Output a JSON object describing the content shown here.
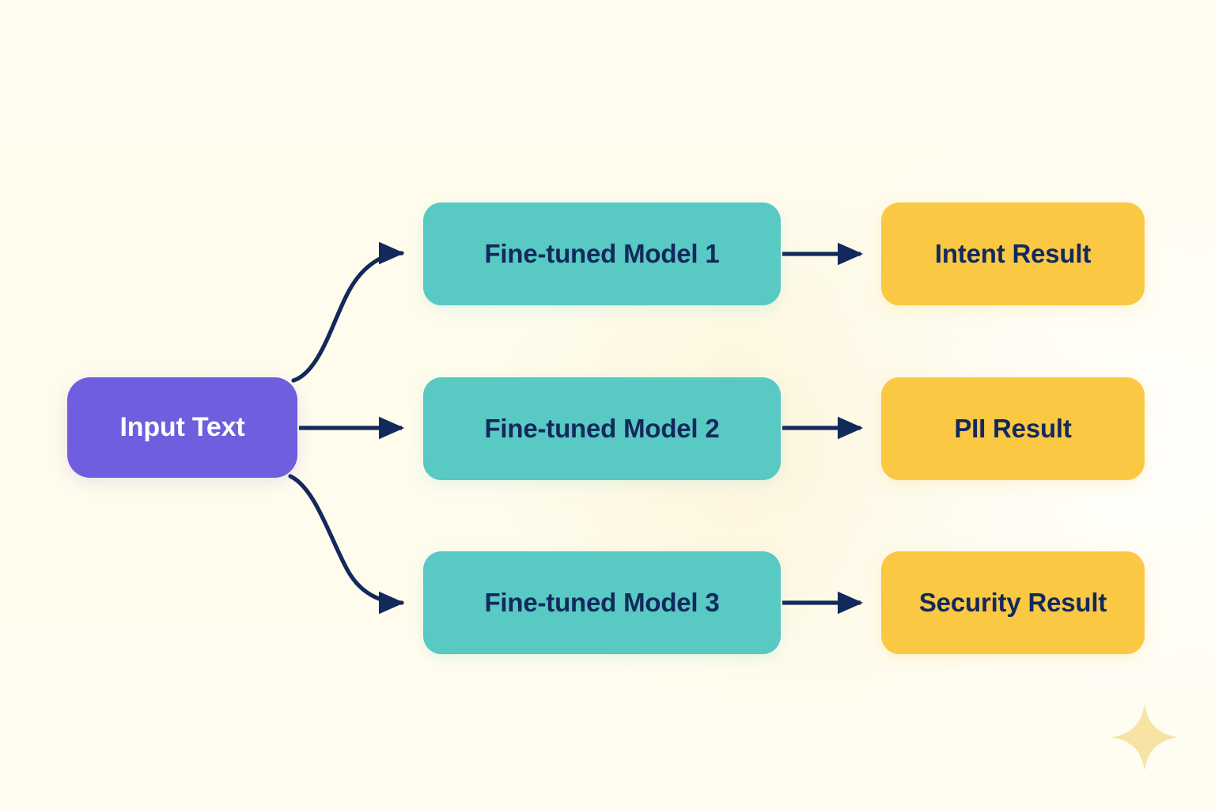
{
  "diagram": {
    "type": "flowchart",
    "title_visible": false,
    "background_color": "#fffdf0",
    "orientation": "left-to-right",
    "nodes": {
      "input": {
        "id": "input-text",
        "label": "Input Text",
        "fill": "#6f5edd",
        "text_color": "#ffffff",
        "shape": "rounded-rect"
      },
      "models": [
        {
          "id": "fine-tuned-model-1",
          "label": "Fine-tuned Model 1",
          "fill": "#58c9c3",
          "text_color": "#12295c",
          "shape": "rounded-rect"
        },
        {
          "id": "fine-tuned-model-2",
          "label": "Fine-tuned Model 2",
          "fill": "#58c9c3",
          "text_color": "#12295c",
          "shape": "rounded-rect"
        },
        {
          "id": "fine-tuned-model-3",
          "label": "Fine-tuned Model 3",
          "fill": "#58c9c3",
          "text_color": "#12295c",
          "shape": "rounded-rect"
        }
      ],
      "results": [
        {
          "id": "intent-result",
          "label": "Intent Result",
          "fill": "#fbc844",
          "text_color": "#12295c",
          "shape": "rounded-rect"
        },
        {
          "id": "pii-result",
          "label": "PII Result",
          "fill": "#fbc844",
          "text_color": "#12295c",
          "shape": "rounded-rect"
        },
        {
          "id": "security-result",
          "label": "Security Result",
          "fill": "#fbc844",
          "text_color": "#12295c",
          "shape": "rounded-rect"
        }
      ]
    },
    "edges": [
      {
        "id": "edge-input-to-model-1",
        "from": "input-text",
        "to": "fine-tuned-model-1",
        "style": "curved",
        "arrowhead": "solid-triangle",
        "color": "#12295c"
      },
      {
        "id": "edge-input-to-model-2",
        "from": "input-text",
        "to": "fine-tuned-model-2",
        "style": "straight",
        "arrowhead": "solid-triangle",
        "color": "#12295c"
      },
      {
        "id": "edge-input-to-model-3",
        "from": "input-text",
        "to": "fine-tuned-model-3",
        "style": "curved",
        "arrowhead": "solid-triangle",
        "color": "#12295c"
      },
      {
        "id": "edge-model-1-to-intent",
        "from": "fine-tuned-model-1",
        "to": "intent-result",
        "style": "straight",
        "arrowhead": "solid-triangle",
        "color": "#12295c"
      },
      {
        "id": "edge-model-2-to-pii",
        "from": "fine-tuned-model-2",
        "to": "pii-result",
        "style": "straight",
        "arrowhead": "solid-triangle",
        "color": "#12295c"
      },
      {
        "id": "edge-model-3-to-security",
        "from": "fine-tuned-model-3",
        "to": "security-result",
        "style": "straight",
        "arrowhead": "solid-triangle",
        "color": "#12295c"
      }
    ],
    "decorations": [
      {
        "id": "sparkle",
        "icon": "sparkle-icon",
        "color": "#f7e3a3"
      }
    ]
  }
}
